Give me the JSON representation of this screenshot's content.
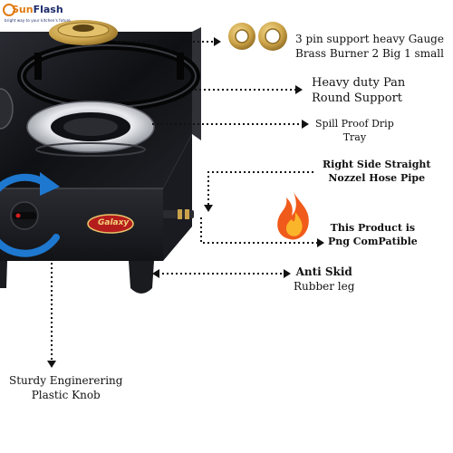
{
  "brand": {
    "name_part1": "Sun",
    "name_part2": "Flash",
    "tagline": "bright way to your kitchen's future",
    "badge": "Galaxy"
  },
  "features": [
    {
      "id": "burner",
      "line1": "3 pin support heavy Gauge",
      "line2": "Brass Burner 2 Big 1 small"
    },
    {
      "id": "pan-support",
      "line1": "Heavy duty Pan",
      "line2": "Round Support"
    },
    {
      "id": "drip-tray",
      "line1": "Spill Proof Drip",
      "line2": "Tray"
    },
    {
      "id": "nozzle",
      "line1": "Right Side Straight",
      "line2": "Nozzel Hose Pipe"
    },
    {
      "id": "png",
      "line1": "This Product is",
      "line2": "Png ComPatible"
    },
    {
      "id": "leg",
      "line1": "Anti Skid",
      "line2": "Rubber leg"
    },
    {
      "id": "knob",
      "line1": "Sturdy Enginerering",
      "line2": "Plastic Knob"
    }
  ],
  "colors": {
    "accent_blue": "#1e78d0",
    "logo_orange": "#e07a10",
    "logo_navy": "#1a2a6b",
    "stove_body": "#17181c",
    "brass": "#c9a24a",
    "flame": "#f05a1a"
  },
  "icons": [
    "brass-burner-icon",
    "flame-icon",
    "rotate-arrow-icon"
  ]
}
